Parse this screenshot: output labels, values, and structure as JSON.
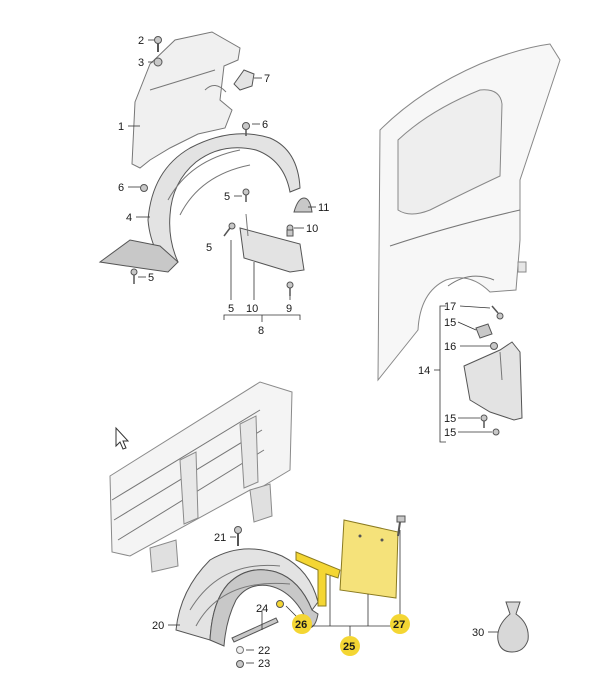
{
  "callouts": {
    "c1": "1",
    "c2": "2",
    "c3": "3",
    "c4": "4",
    "c5a": "5",
    "c5b": "5",
    "c5c": "5",
    "c5d": "5",
    "c6a": "6",
    "c6b": "6",
    "c7": "7",
    "c8": "8",
    "c9": "9",
    "c10a": "10",
    "c10b": "10",
    "c11": "11",
    "c14": "14",
    "c15a": "15",
    "c15b": "15",
    "c15c": "15",
    "c16": "16",
    "c17": "17",
    "c20": "20",
    "c21": "21",
    "c22": "22",
    "c23": "23",
    "c24": "24",
    "c25": "25",
    "c26": "26",
    "c27": "27",
    "c30": "30"
  },
  "colors": {
    "highlight": "#f4d633",
    "mudflap_plate": "#f5e27a",
    "line": "#333333"
  },
  "icons": {
    "cursor": "mouse-pointer-icon"
  }
}
